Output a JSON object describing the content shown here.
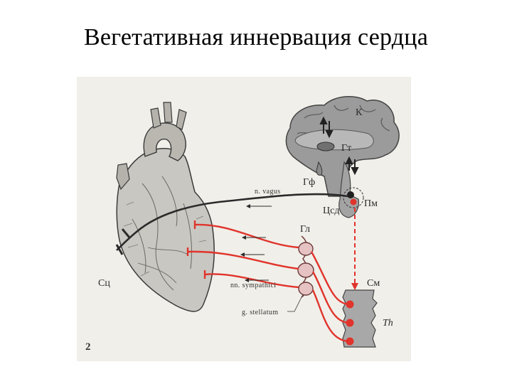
{
  "title": "Вегетативная иннервация сердца",
  "figure": {
    "number": "2",
    "labels": {
      "cortex": "К",
      "hypothalamus": "Гт",
      "pituitary": "Гф",
      "medulla": "Пм",
      "cardio_center": "Цсд",
      "vagus": "n. vagus",
      "ganglion": "Гл",
      "spinal_cord": "См",
      "sympathetic": "nn. sympathici",
      "stellate": "g. stellatum",
      "heart_center": "Сц",
      "thoracic": "Th"
    },
    "colors": {
      "sympathetic": "#e0342c",
      "parasympathetic": "#2b2b2b",
      "brain": "#8f8f8f",
      "background": "#f1efe9"
    }
  }
}
